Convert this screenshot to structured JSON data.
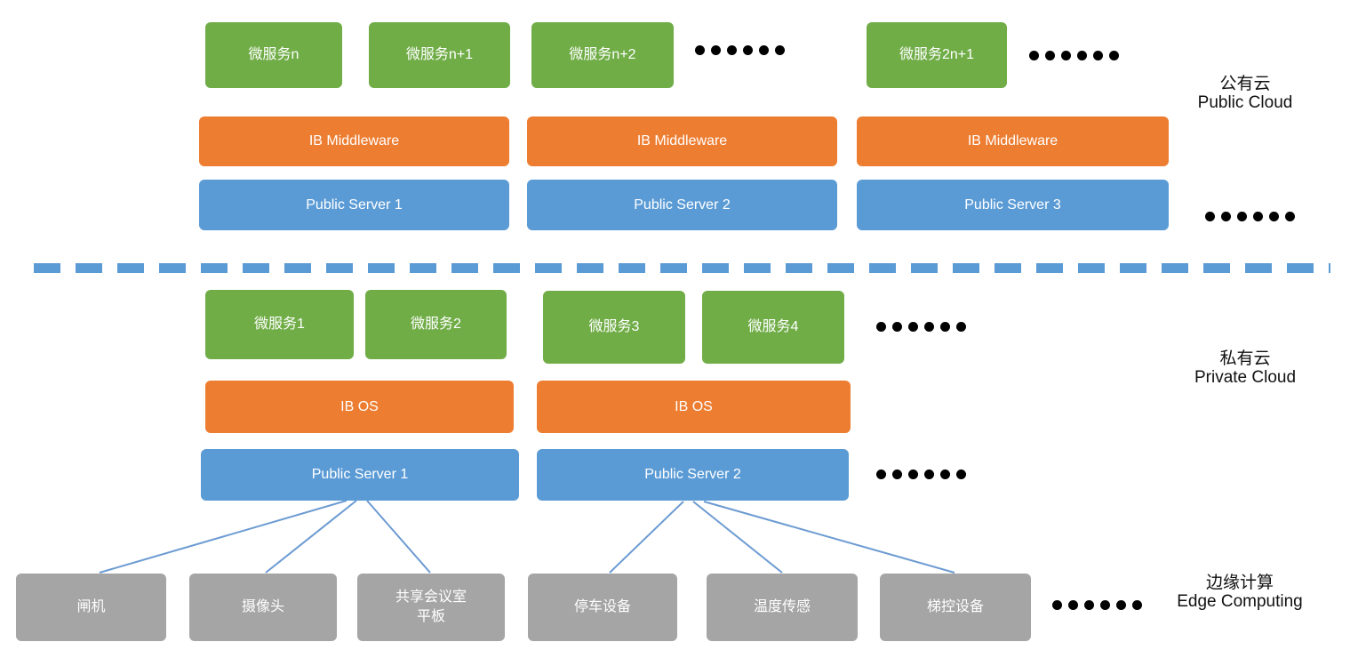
{
  "colors": {
    "microservice_green": "#70AD47",
    "middleware_orange": "#ED7D31",
    "server_blue": "#5B9BD5",
    "device_gray": "#A5A5A5",
    "connector_blue": "#6C9BD2",
    "divider_blue": "#5B9BD5",
    "label_text": "#111111"
  },
  "public_cloud": {
    "label_zh": "公有云",
    "label_en": "Public Cloud",
    "microservices": [
      "微服务n",
      "微服务n+1",
      "微服务n+2",
      "微服务2n+1"
    ],
    "middleware": [
      "IB Middleware",
      "IB Middleware",
      "IB Middleware"
    ],
    "servers": [
      "Public Server 1",
      "Public Server 2",
      "Public Server 3"
    ]
  },
  "private_cloud": {
    "label_zh": "私有云",
    "label_en": "Private Cloud",
    "microservices": [
      "微服务1",
      "微服务2",
      "微服务3",
      "微服务4"
    ],
    "os_layers": [
      "IB OS",
      "IB OS"
    ],
    "servers": [
      "Public Server 1",
      "Public Server 2"
    ]
  },
  "edge_computing": {
    "label_zh": "边缘计算",
    "label_en": "Edge Computing",
    "devices": [
      "闸机",
      "摄像头",
      "共享会议室\n平板",
      "停车设备",
      "温度传感",
      "梯控设备"
    ]
  },
  "connections": [
    {
      "from": "Private Public Server 1",
      "to": "闸机"
    },
    {
      "from": "Private Public Server 1",
      "to": "摄像头"
    },
    {
      "from": "Private Public Server 1",
      "to": "共享会议室平板"
    },
    {
      "from": "Private Public Server 2",
      "to": "停车设备"
    },
    {
      "from": "Private Public Server 2",
      "to": "温度传感"
    },
    {
      "from": "Private Public Server 2",
      "to": "梯控设备"
    }
  ]
}
